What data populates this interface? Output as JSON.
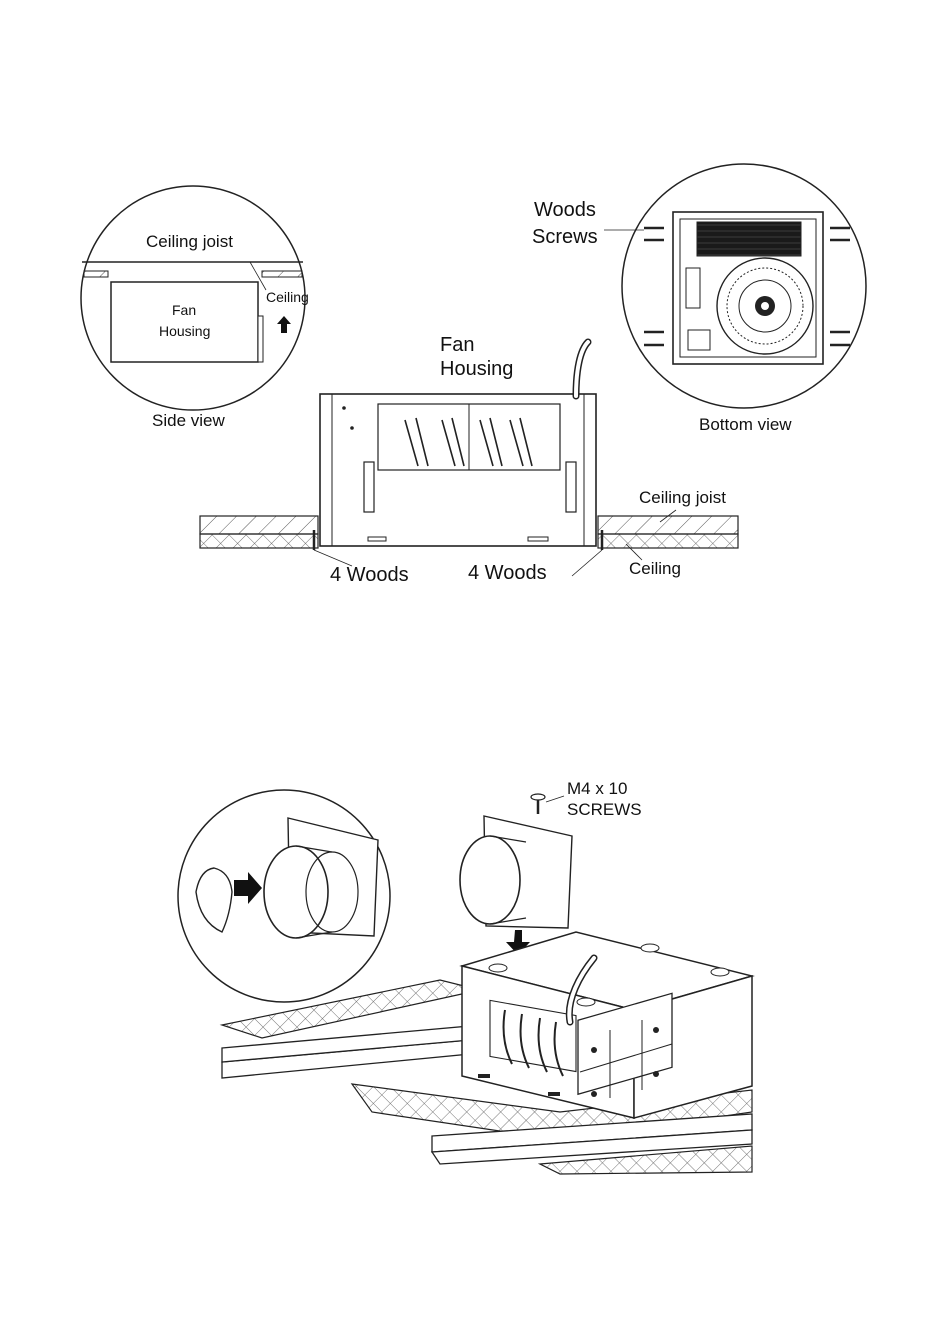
{
  "figure1": {
    "side_view": {
      "caption": "Side view",
      "ceiling_joist": "Ceiling joist",
      "ceiling": "Ceiling",
      "fan_housing_line1": "Fan",
      "fan_housing_line2": "Housing"
    },
    "main": {
      "fan_housing_line1": "Fan",
      "fan_housing_line2": "Housing",
      "ceiling_joist": "Ceiling joist",
      "ceiling": "Ceiling",
      "woods_left": "4 Woods",
      "woods_right": "4 Woods"
    },
    "bottom_view": {
      "caption": "Bottom view",
      "woods_screws_line1": "Woods",
      "woods_screws_line2": "Screws"
    }
  },
  "figure2": {
    "screws_line1": "M4 x 10",
    "screws_line2": "SCREWS"
  },
  "colors": {
    "line": "#222222",
    "dark_fill": "#1a1a1a",
    "hatch": "#555555"
  }
}
